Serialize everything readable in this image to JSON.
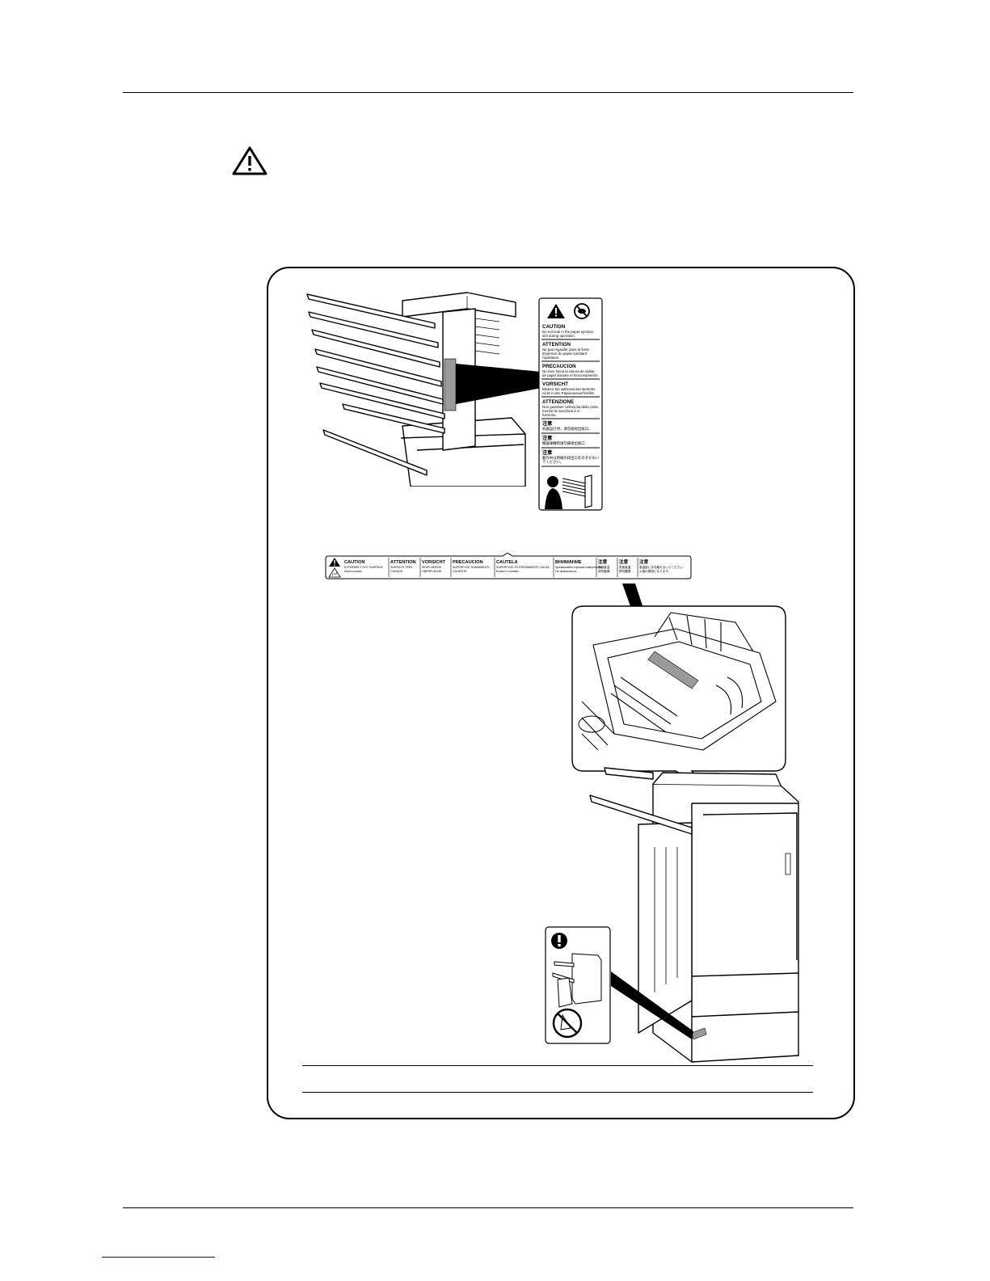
{
  "page": {
    "warning_icon": "warning-triangle-icon",
    "footer_link_color": "#0000ff"
  },
  "label_ejection": {
    "icons": [
      "warning-triangle-icon",
      "no-looking-icon"
    ],
    "sections": [
      {
        "heading": "CAUTION",
        "text": [
          "Do not look in the paper ejection",
          "slot during operation."
        ]
      },
      {
        "heading": "ATTENTION",
        "text": [
          "Ne pas regarder dans la fente",
          "d'éjection du papier pendant",
          "l'opération."
        ]
      },
      {
        "heading": "PRECAUCION",
        "text": [
          "No mire hacia la ranura de salida",
          "de papel durante el funcionamiento."
        ]
      },
      {
        "heading": "VORSICHT",
        "text": [
          "Blicken Sie während des Betriebs",
          "nicht in den Papierauswurfschlitz."
        ]
      },
      {
        "heading": "ATTENZIONE",
        "text": [
          "Non guardare nell'uscita della carta",
          "mentre la macchina è in",
          "funzione."
        ]
      },
      {
        "heading": "注意",
        "text": [
          "机器运行时，请勿窥视出纸口。"
        ]
      },
      {
        "heading": "注意",
        "text": [
          "機器運轉時請勿窺視出紙口"
        ]
      },
      {
        "heading": "注意",
        "text": [
          "動作中は用紙の排出口をのぞかない",
          "でください。"
        ]
      }
    ],
    "illustration": "face-near-tray-icon"
  },
  "label_hot": {
    "icons": [
      "warning-triangle-icon",
      "hot-surface-icon"
    ],
    "sections": [
      {
        "heading": "CAUTION",
        "text": [
          "EXTREMELY HOT SURFACE",
          "Avoid contact."
        ]
      },
      {
        "heading": "ATTENTION",
        "text": [
          "SURFACE TRÈS",
          "CHAUDE"
        ]
      },
      {
        "heading": "VORSICHT",
        "text": [
          "SEHR HEISSE",
          "OBERFLÄCHE"
        ]
      },
      {
        "heading": "PRECAUCION",
        "text": [
          "SUPERFICIE SUMAMENTE",
          "CALIENTE"
        ]
      },
      {
        "heading": "CAUTELA",
        "text": [
          "SUPERFICIE ESTREMAMENTE CALDA",
          "Evitare il contatto."
        ]
      },
      {
        "heading": "ВНИМАНИЕ",
        "text": [
          "Чрезвычайно горячая поверхность",
          "Не прикасаться."
        ]
      },
      {
        "heading": "注意",
        "text": [
          "表面高温",
          "请勿触摸"
        ]
      },
      {
        "heading": "注意",
        "text": [
          "表面高溫",
          "請勿觸摸"
        ]
      },
      {
        "heading": "注意",
        "text": [
          "高温部に手を触れないでください",
          "火傷の原因になります。"
        ]
      }
    ]
  },
  "label_handling": {
    "icons": [
      "mandatory-action-icon",
      "no-hand-icon"
    ]
  }
}
